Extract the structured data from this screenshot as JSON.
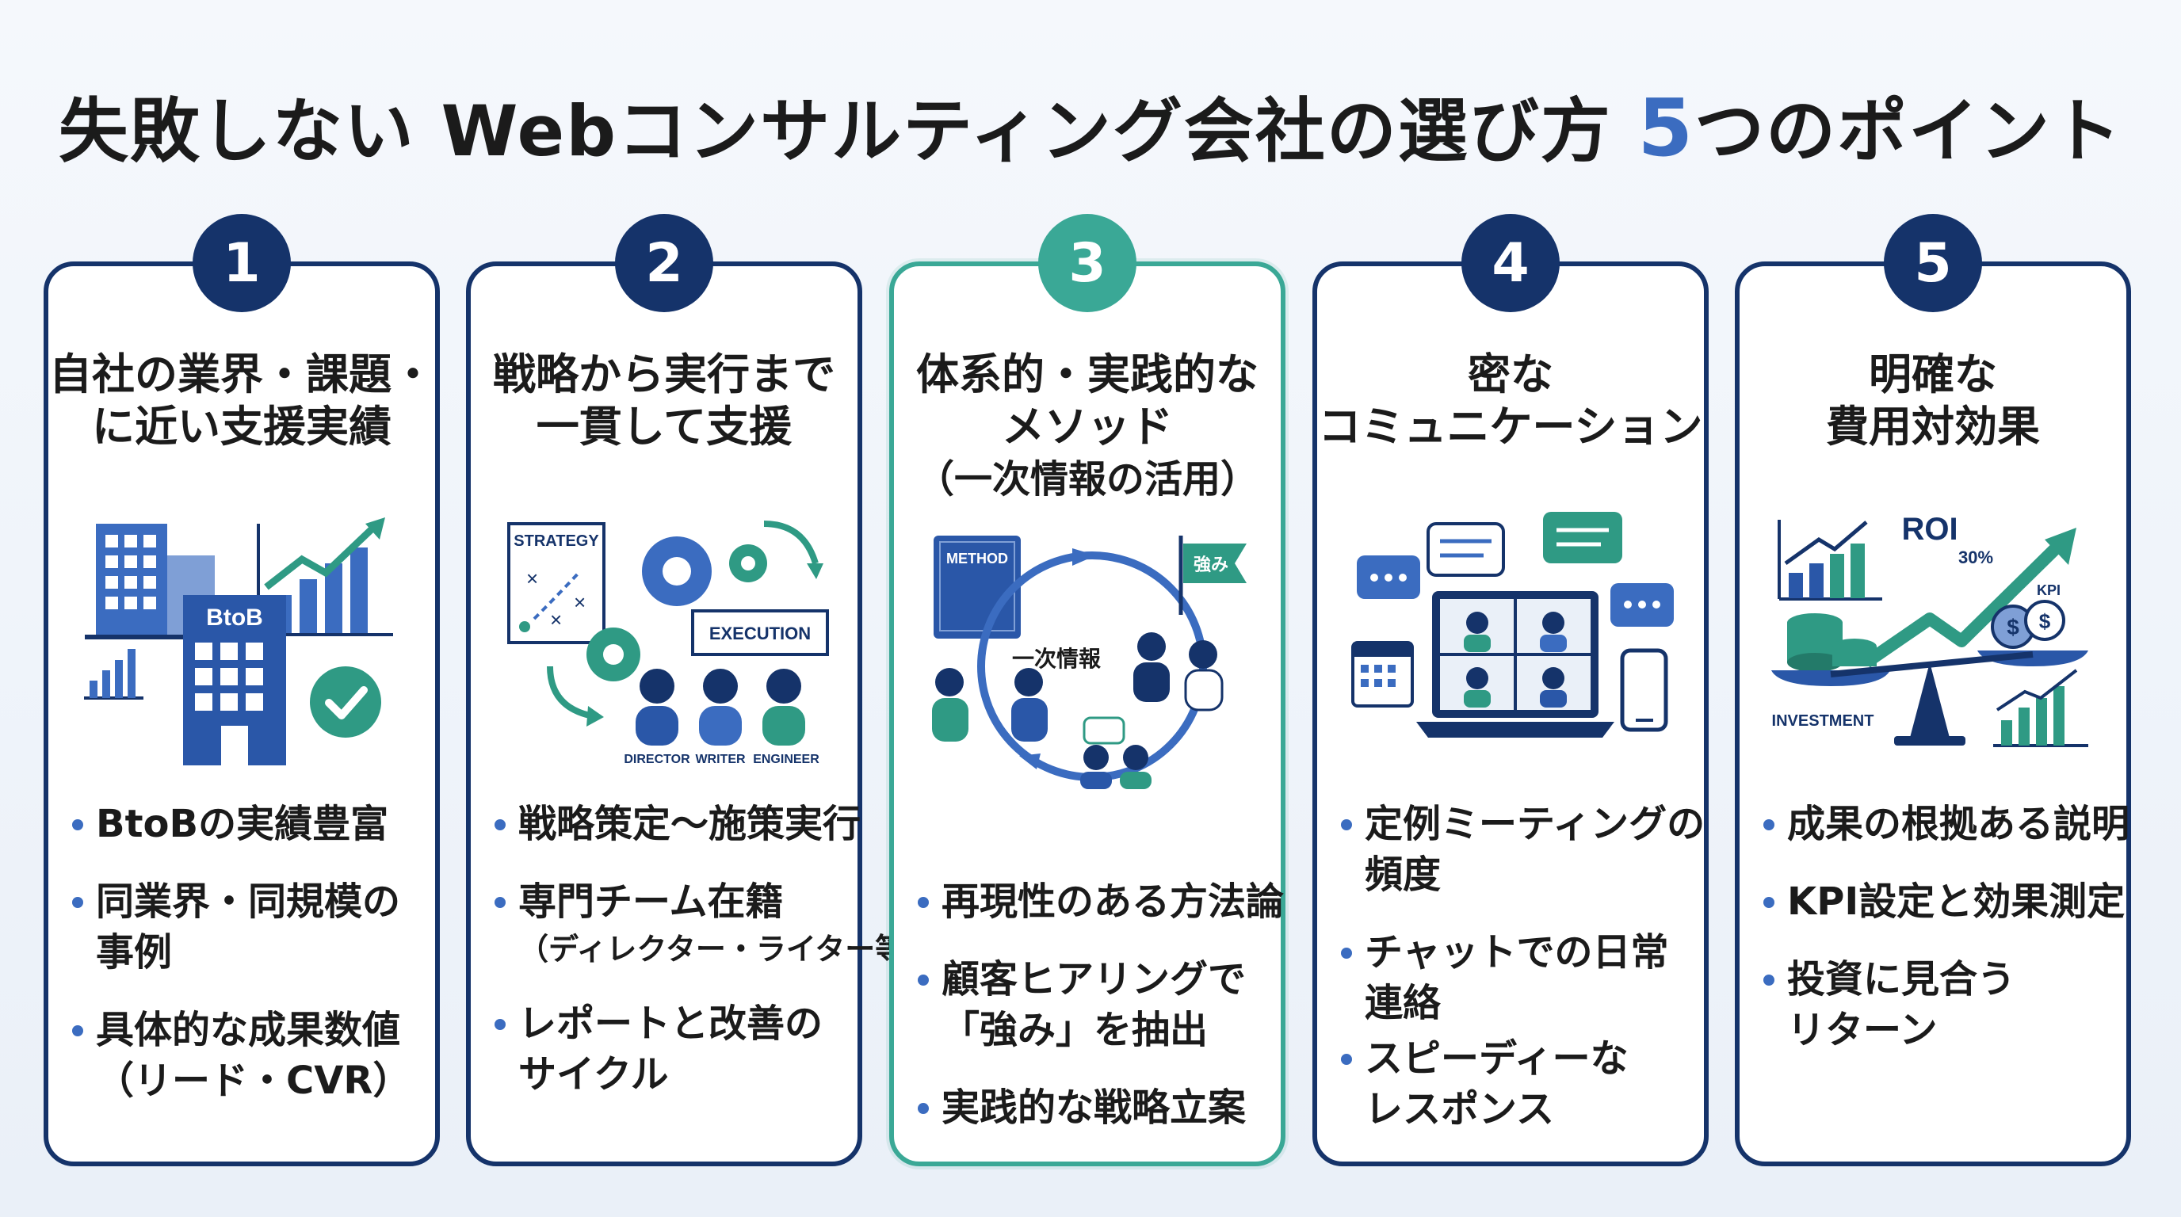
{
  "title": {
    "main": "失敗しない Webコンサルティング会社の選び方 ",
    "num": "5",
    "tail": "つのポイント"
  },
  "colors": {
    "navy": "#15336a",
    "teal": "#3aa896",
    "accent_blue": "#3b6cc0",
    "green": "#2f9a84"
  },
  "cards": [
    {
      "number": "1",
      "title": [
        "自社の業界・課題・",
        "に近い支援実績"
      ],
      "illustration": {
        "building_label": "BtoB",
        "icons": [
          "office-building-icon",
          "growth-chart-icon",
          "check-circle-icon"
        ]
      },
      "bullets": [
        {
          "lines": [
            "BtoBの実績豊富"
          ]
        },
        {
          "lines": [
            "同業界・同規模の",
            "事例"
          ]
        },
        {
          "lines": [
            "具体的な成果数値",
            "（リード・CVR）"
          ]
        }
      ]
    },
    {
      "number": "2",
      "title": [
        "戦略から実行まで",
        "一貫して支援"
      ],
      "illustration": {
        "strategy_label": "STRATEGY",
        "execution_label": "EXECUTION",
        "roles": [
          "DIRECTOR",
          "WRITER",
          "ENGINEER"
        ]
      },
      "bullets": [
        {
          "lines": [
            "戦略策定〜施策実行"
          ]
        },
        {
          "lines": [
            "専門チーム在籍"
          ],
          "sub": "（ディレクター・ライター等）"
        },
        {
          "lines": [
            "レポートと改善の",
            "サイクル"
          ]
        }
      ]
    },
    {
      "number": "3",
      "title": [
        "体系的・実践的な",
        "メソッド",
        "（一次情報の活用）"
      ],
      "illustration": {
        "book_label": "METHOD",
        "flag_label": "強み",
        "center_label": "一次情報"
      },
      "bullets": [
        {
          "lines": [
            "再現性のある方法論"
          ]
        },
        {
          "lines": [
            "顧客ヒアリングで",
            "「強み」を抽出"
          ]
        },
        {
          "lines": [
            "実践的な戦略立案"
          ]
        }
      ]
    },
    {
      "number": "4",
      "title": [
        "密な",
        "コミュニケーション"
      ],
      "illustration": {
        "icons": [
          "chat-bubble-icon",
          "calendar-icon",
          "laptop-video-call-icon",
          "smartphone-icon"
        ]
      },
      "bullets": [
        {
          "lines": [
            "定例ミーティングの",
            "頻度"
          ]
        },
        {
          "lines": [
            "チャットでの日常",
            "連絡"
          ]
        },
        {
          "lines": [
            "スピーディーな",
            "レスポンス"
          ]
        }
      ]
    },
    {
      "number": "5",
      "title": [
        "明確な",
        "費用対効果"
      ],
      "illustration": {
        "roi_label": "ROI",
        "percent_label": "30%",
        "kpi_label": "KPI",
        "investment_label": "INVESTMENT"
      },
      "bullets": [
        {
          "lines": [
            "成果の根拠ある説明"
          ]
        },
        {
          "lines": [
            "KPI設定と効果測定"
          ]
        },
        {
          "lines": [
            "投資に見合う",
            "リターン"
          ]
        }
      ]
    }
  ]
}
